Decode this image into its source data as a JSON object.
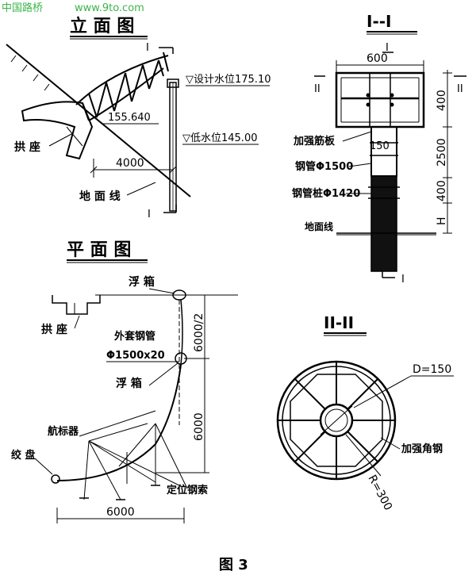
{
  "watermark": {
    "cn": "中国路桥",
    "url": "www.9to.com"
  },
  "elevation": {
    "title": "立 面 图",
    "section_mark": "I",
    "design_water_level": "▽设计水位175.10",
    "low_water_level": "▽低水位145.00",
    "elev_value": "155.640",
    "support_label": "拱 座",
    "dim_4000": "4000",
    "ground_line": "地 面 线"
  },
  "section_i": {
    "title": "I--I",
    "width_600": "600",
    "mark_ii": "II",
    "dim_400_top": "400",
    "dim_2500": "2500",
    "dim_400_bottom": "400",
    "dim_h": "H",
    "dim_150": "150",
    "stiffener_plate": "加强筋板",
    "steel_pipe": "钢管Φ1500",
    "steel_pile": "钢管桩Φ1420",
    "ground_line": "地面线",
    "mark_i": "I"
  },
  "plan": {
    "title": "平 面 图",
    "float_box_top": "浮 箱",
    "support_label": "拱 座",
    "outer_pipe": "外套钢管",
    "outer_pipe_size": "Φ1500x20",
    "float_box": "浮 箱",
    "dim_6000_2": "6000/2",
    "dim_6000_v": "6000",
    "nav_marker": "航标器",
    "winch": "绞 盘",
    "positioning_cable": "定位钢索",
    "dim_6000_h": "6000"
  },
  "section_ii": {
    "title": "II-II",
    "d150": "D=150",
    "stiffener_angle": "加强角钢",
    "r300": "R=300"
  },
  "caption": "图 3"
}
